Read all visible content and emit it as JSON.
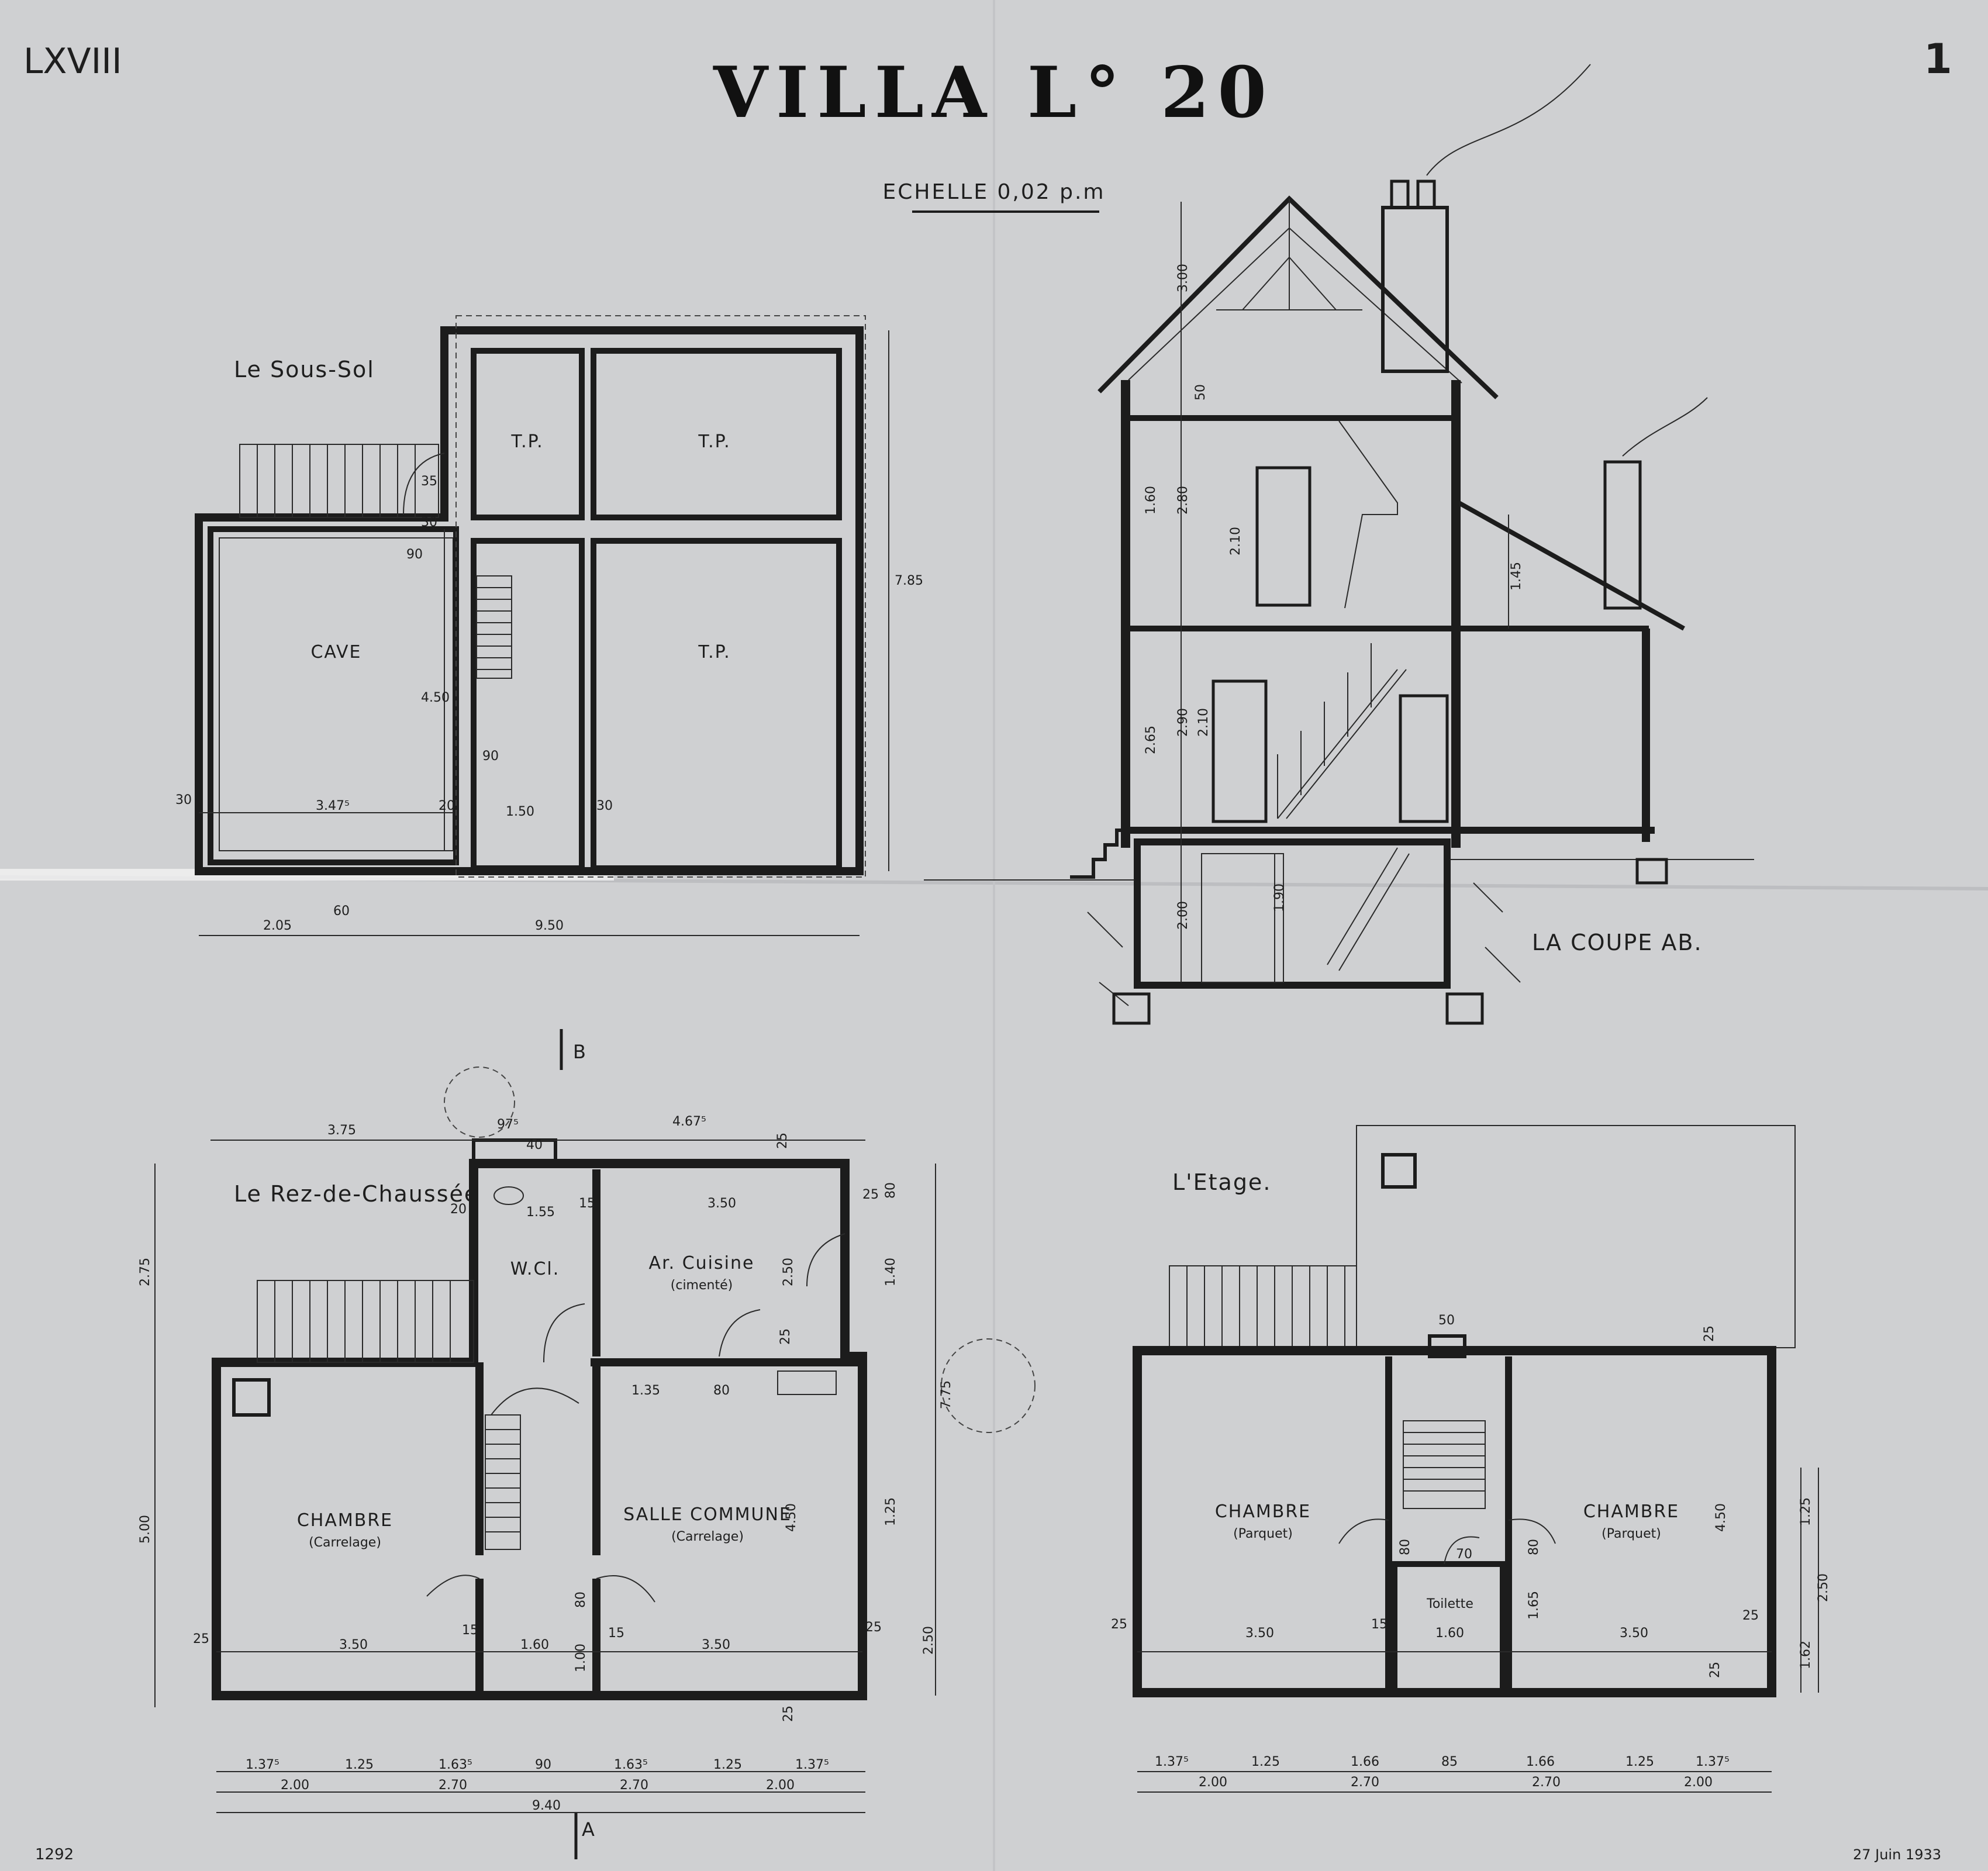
{
  "sheet": {
    "roman": "LXVIII",
    "number": "1",
    "title": "VILLA L° 20",
    "scale": "ECHELLE 0,02 p.m",
    "archive": "1292",
    "date": "27 Juin 1933"
  },
  "sous_sol": {
    "title": "Le Sous-Sol",
    "rooms": {
      "tp_small": "T.P.",
      "tp_top": "T.P.",
      "tp_big": "T.P.",
      "cave": "CAVE"
    },
    "dims": {
      "w35": "35",
      "w30": "30",
      "w90a": "90",
      "h450": "4.50",
      "w90b": "90",
      "total_h": "7.85",
      "d30a": "30",
      "d3475": "3.47⁵",
      "d20": "20",
      "d150": "1.50",
      "d30b": "30",
      "d205": "2.05",
      "d60": "60",
      "d950": "9.50"
    }
  },
  "coupe": {
    "title": "LA COUPE AB.",
    "dims": {
      "d300": "3.00",
      "d50": "50",
      "d160": "1.60",
      "d280": "2.80",
      "d210a": "2.10",
      "d145": "1.45",
      "d265": "2.65",
      "d290": "2.90",
      "d210b": "2.10",
      "d200": "2.00",
      "d190": "1.90"
    }
  },
  "rez": {
    "title": "Le Rez-de-Chaussée",
    "section_b": "B",
    "section_a": "A",
    "rooms": {
      "wc": "W.Cl.",
      "arriere_cuisine": "Ar. Cuisine",
      "arriere_cuisine_sub": "(cimenté)",
      "chambre": "CHAMBRE",
      "chambre_sub": "(Carrelage)",
      "salle": "SALLE COMMUNE",
      "salle_sub": "(Carrelage)"
    },
    "dims": {
      "top_375": "3.75",
      "top_975": "97⁵",
      "top_40": "40",
      "top_4675": "4.67⁵",
      "d25a": "25",
      "d20": "20",
      "d155": "1.55",
      "d15a": "15",
      "d350a": "3.50",
      "d25b": "25",
      "d80a": "80",
      "d250a": "2.50",
      "d140": "1.40",
      "d25c": "25",
      "d135": "1.35",
      "d80b": "80",
      "d275": "2.75",
      "d500": "5.00",
      "d450": "4.50",
      "d125a": "1.25",
      "d775": "7.75",
      "d80c": "80",
      "d25d": "25",
      "d350b": "3.50",
      "d15b": "15",
      "d160": "1.60",
      "d100": "1.00",
      "d15c": "15",
      "d350c": "3.50",
      "d25e": "25",
      "d250b": "2.50",
      "d25f": "25",
      "b1375a": "1.37⁵",
      "b125a": "1.25",
      "b1635a": "1.63⁵",
      "b90": "90",
      "b1635b": "1.63⁵",
      "b125b": "1.25",
      "b1375b": "1.37⁵",
      "c200a": "2.00",
      "c270a": "2.70",
      "c270b": "2.70",
      "c200b": "2.00",
      "total": "9.40"
    }
  },
  "etage": {
    "title": "L'Etage.",
    "rooms": {
      "chambre_left": "CHAMBRE",
      "chambre_left_sub": "(Parquet)",
      "chambre_right": "CHAMBRE",
      "chambre_right_sub": "(Parquet)",
      "toilette": "Toilette"
    },
    "dims": {
      "d50": "50",
      "d25a": "25",
      "d80a": "80",
      "d80b": "80",
      "d70": "70",
      "d450": "4.50",
      "d125": "1.25",
      "d165": "1.65",
      "d250": "2.50",
      "d25b": "25",
      "d350a": "3.50",
      "d15": "15",
      "d160": "1.60",
      "d350b": "3.50",
      "d25c": "25",
      "d162": "1.62",
      "d25d": "25",
      "b1375a": "1.37⁵",
      "b125a": "1.25",
      "b166a": "1.66",
      "b85": "85",
      "b166b": "1.66",
      "b125b": "1.25",
      "b1375b": "1.37⁵",
      "c200a": "2.00",
      "c270a": "2.70",
      "c270b": "2.70",
      "c200b": "2.00"
    }
  }
}
